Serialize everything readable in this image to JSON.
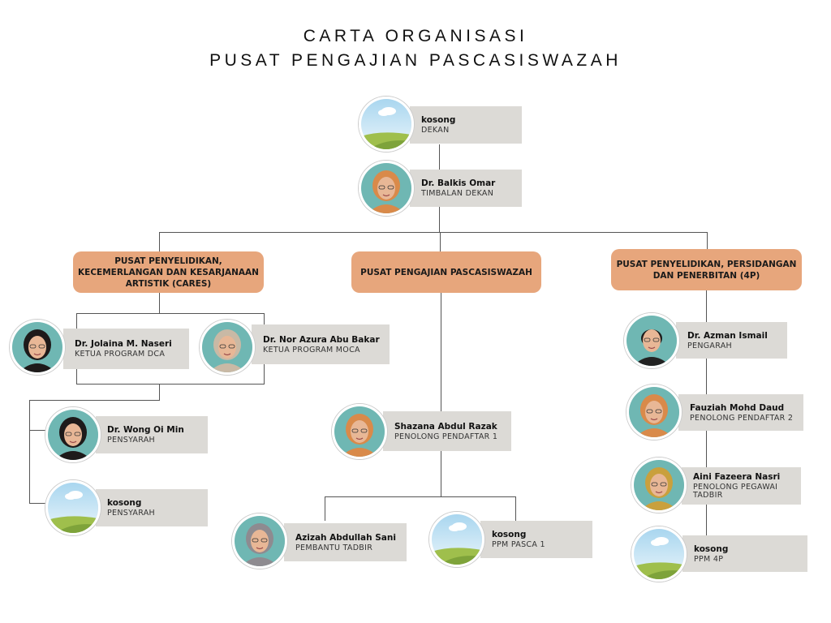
{
  "title": {
    "line1": "CARTA ORGANISASI",
    "line2": "PUSAT PENGAJIAN PASCASISWAZAH"
  },
  "units": [
    {
      "label": "PUSAT PENYELIDIKAN, KECEMERLANGAN DAN KESARJANAAN ARTISTIK (CARES)"
    },
    {
      "label": "PUSAT PENGAJIAN PASCASISWAZAH"
    },
    {
      "label": "PUSAT PENYELIDIKAN, PERSIDANGAN DAN PENERBITAN (4P)"
    }
  ],
  "people": [
    {
      "name": "kosong",
      "role": "DEKAN",
      "avatar": "placeholder"
    },
    {
      "name": "Dr. Balkis Omar",
      "role": "TIMBALAN DEKAN",
      "avatar": "photo-orange-hijab"
    },
    {
      "name": "Dr. Jolaina M. Naseri",
      "role": "KETUA PROGRAM DCA",
      "avatar": "photo-dark-hair"
    },
    {
      "name": "Dr. Nor Azura Abu Bakar",
      "role": "KETUA PROGRAM MOCA",
      "avatar": "photo-beige-hijab"
    },
    {
      "name": "Dr. Wong Oi Min",
      "role": "PENSYARAH",
      "avatar": "photo-dark-hair"
    },
    {
      "name": "kosong",
      "role": "PENSYARAH",
      "avatar": "placeholder"
    },
    {
      "name": "Shazana Abdul Razak",
      "role": "PENOLONG PENDAFTAR 1",
      "avatar": "photo-orange-hijab"
    },
    {
      "name": "Azizah Abdullah Sani",
      "role": "PEMBANTU TADBIR",
      "avatar": "photo-grey-hijab"
    },
    {
      "name": "kosong",
      "role": "PPM PASCA 1",
      "avatar": "placeholder"
    },
    {
      "name": "Dr. Azman Ismail",
      "role": "PENGARAH",
      "avatar": "photo-man"
    },
    {
      "name": "Fauziah Mohd Daud",
      "role": "PENOLONG PENDAFTAR 2",
      "avatar": "photo-orange-hijab"
    },
    {
      "name": "Aini Fazeera Nasri",
      "role": "PENOLONG PEGAWAI TADBIR",
      "avatar": "photo-mustard-hijab"
    },
    {
      "name": "kosong",
      "role": "PPM 4P",
      "avatar": "placeholder"
    }
  ],
  "colors": {
    "unit_box": "#e7a67c",
    "name_box": "#dcdad6",
    "connector": "#555555"
  }
}
